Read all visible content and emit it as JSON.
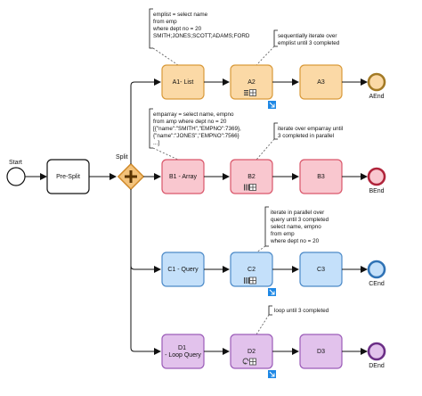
{
  "start": {
    "label": "Start"
  },
  "presplit": {
    "label": "Pre-Split"
  },
  "split": {
    "label": "Split"
  },
  "lanes": [
    {
      "key": "a",
      "tasks": [
        "A1- List",
        "A2",
        "A3"
      ],
      "end": "AEnd",
      "colors": {
        "fill": "#fbd9a6",
        "stroke": "#d99a3a",
        "endStroke": "#a37a25"
      },
      "note1": [
        "emplist = select name",
        "from emp",
        "where dept no = 20",
        "",
        "SMITH;JONES;SCOTT;ADAMS;FORD"
      ],
      "note2": [
        "sequentially iterate over",
        "emplist until 3 completed"
      ],
      "markerIcons": [
        "list-icon",
        "grid-icon"
      ]
    },
    {
      "key": "b",
      "tasks": [
        "B1 - Array",
        "B2",
        "B3"
      ],
      "end": "BEnd",
      "colors": {
        "fill": "#f9c7cf",
        "stroke": "#d9566a",
        "endStroke": "#b0243b"
      },
      "note1": [
        "emparray = select name, empno",
        "from amp where dept no = 20",
        "",
        "[{\"name\":\"SMITH\",\"EMPNO\":7369},",
        "{\"name\":\"JONES\",\"EMPNO\":7566}",
        "...]"
      ],
      "note2": [
        "iterate over emparray until",
        "3 completed in parallel"
      ],
      "markerIcons": [
        "parallel-icon",
        "grid-icon"
      ]
    },
    {
      "key": "c",
      "tasks": [
        "C1 - Query",
        "C2",
        "C3"
      ],
      "end": "CEnd",
      "colors": {
        "fill": "#c4e0fa",
        "stroke": "#4c8ac8",
        "endStroke": "#2f72b5"
      },
      "note2": [
        "iterate in parallel over",
        "query until 3 completed",
        "",
        "select name, empno",
        "from emp",
        "where dept no = 20"
      ],
      "markerIcons": [
        "parallel-icon",
        "grid-icon"
      ]
    },
    {
      "key": "d",
      "tasks": [
        "D1\n- Loop Query",
        "D2",
        "D3"
      ],
      "end": "DEnd",
      "colors": {
        "fill": "#e2c2ec",
        "stroke": "#9b5cb8",
        "endStroke": "#6b2e86"
      },
      "note2": [
        "loop until 3 completed"
      ],
      "markerIcons": [
        "loop-icon",
        "grid-icon"
      ]
    }
  ],
  "theme": {
    "neutralFill": "#ffffff",
    "neutralStroke": "#111111",
    "gatewayFill": "#f3c27a",
    "gatewayStroke": "#d08a2a",
    "badge": "#1e88e5"
  }
}
